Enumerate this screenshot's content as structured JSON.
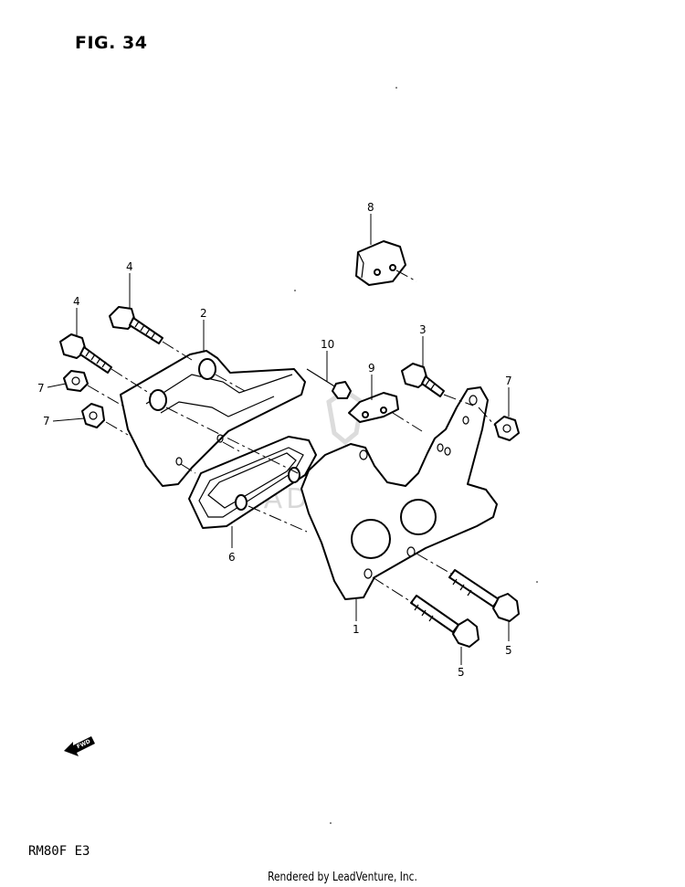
{
  "figure": {
    "title": "FIG. 34"
  },
  "model_code": "RM80F  E3",
  "footer": "Rendered by LeadVenture, Inc.",
  "watermark": "LEADVENTURE",
  "fwd_label": "FWD",
  "callouts": {
    "p1": "1",
    "p2": "2",
    "p3": "3",
    "p4a": "4",
    "p4b": "4",
    "p5a": "5",
    "p5b": "5",
    "p6": "6",
    "p7a": "7",
    "p7b": "7",
    "p7c": "7",
    "p8": "8",
    "p9": "9",
    "p10": "10"
  }
}
